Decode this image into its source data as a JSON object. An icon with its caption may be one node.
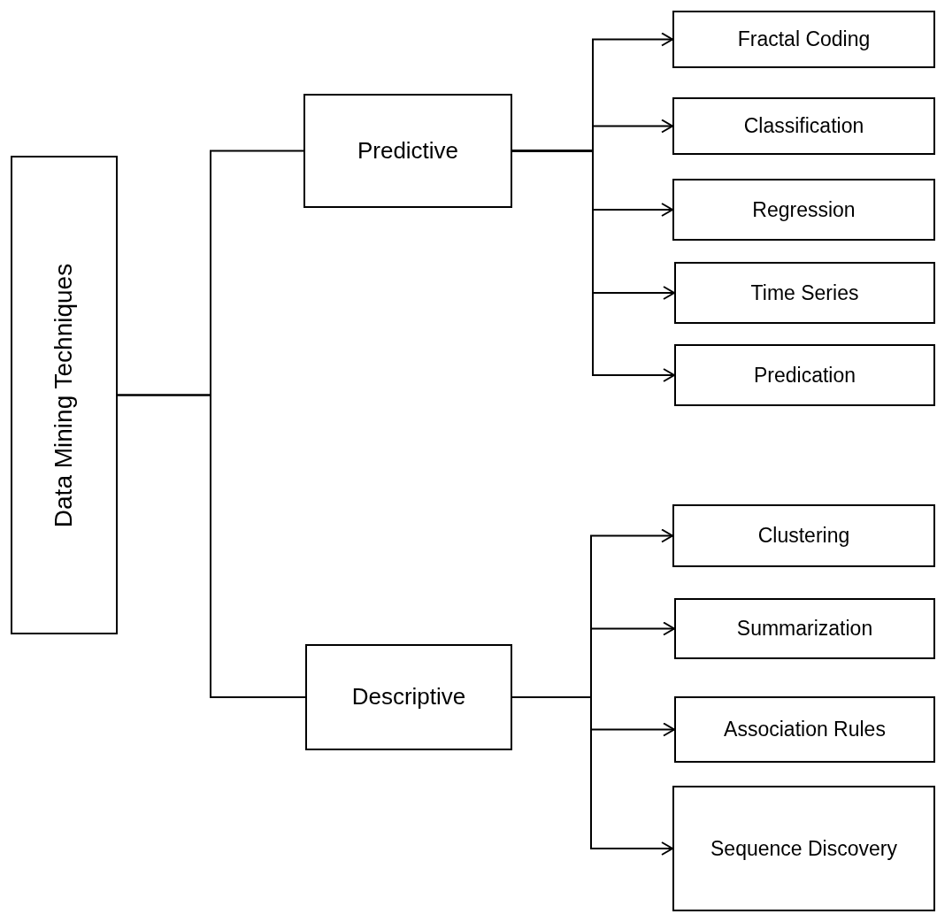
{
  "diagram": {
    "nodes": [
      {
        "text": [
          "Data Mining Techniques"
        ]
      },
      {
        "text": [
          "Predictive"
        ]
      },
      {
        "text": [
          "Descriptive"
        ]
      },
      {
        "text": [
          "Fractal Coding"
        ]
      },
      {
        "text": [
          "Classification"
        ]
      },
      {
        "text": [
          "Regression"
        ]
      },
      {
        "text": [
          "Time Series"
        ]
      },
      {
        "text": [
          "Predication"
        ]
      },
      {
        "text": [
          "Clustering"
        ]
      },
      {
        "text": [
          "Summarization"
        ]
      },
      {
        "text": [
          "Association Rules"
        ]
      },
      {
        "text": [
          "Sequence Discovery"
        ]
      }
    ],
    "edges": [
      {
        "from": 0,
        "to": 1,
        "arrow": "none"
      },
      {
        "from": 0,
        "to": 2,
        "arrow": "none"
      },
      {
        "from": 1,
        "to": 3,
        "arrow": "to"
      },
      {
        "from": 1,
        "to": 4,
        "arrow": "to"
      },
      {
        "from": 1,
        "to": 5,
        "arrow": "to"
      },
      {
        "from": 1,
        "to": 6,
        "arrow": "to"
      },
      {
        "from": 1,
        "to": 7,
        "arrow": "to"
      },
      {
        "from": 2,
        "to": 8,
        "arrow": "to"
      },
      {
        "from": 2,
        "to": 9,
        "arrow": "to"
      },
      {
        "from": 2,
        "to": 10,
        "arrow": "to"
      },
      {
        "from": 2,
        "to": 11,
        "arrow": "to"
      }
    ]
  }
}
